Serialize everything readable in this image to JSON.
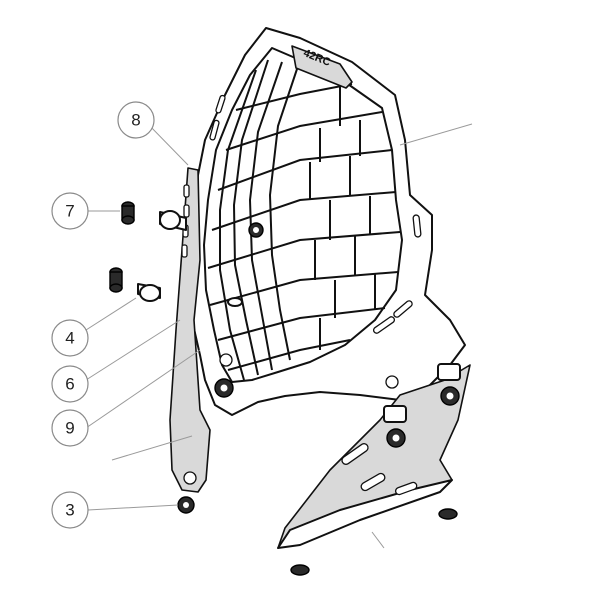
{
  "logo": {
    "text": "42RC"
  },
  "callouts": [
    {
      "label": "8"
    },
    {
      "label": "7"
    },
    {
      "label": "4"
    },
    {
      "label": "6"
    },
    {
      "label": "9"
    },
    {
      "label": "3"
    }
  ]
}
